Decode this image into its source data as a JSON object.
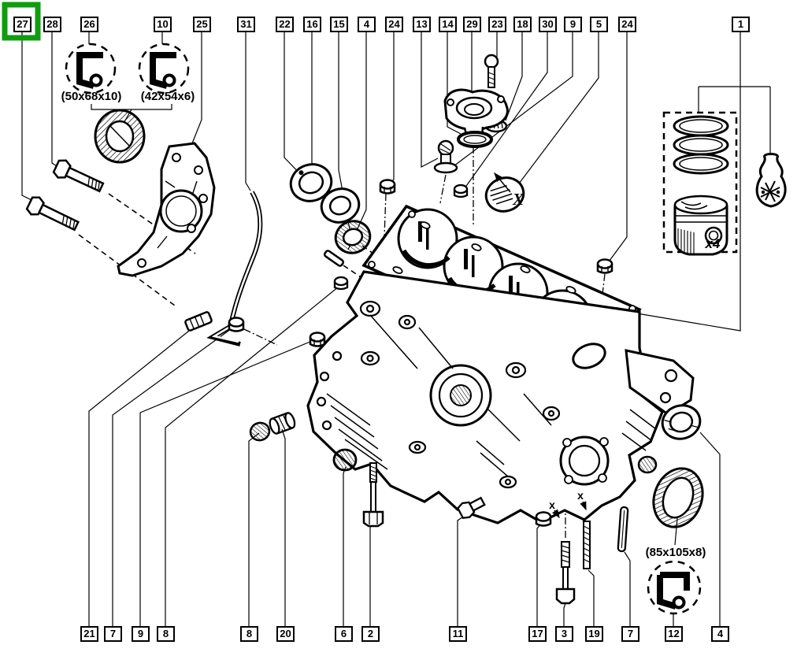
{
  "title": "Engine cylinder block exploded parts diagram",
  "selection": {
    "selected_callout": "27",
    "highlight_color": "#0f9d0f"
  },
  "callouts_top": [
    {
      "label": "27"
    },
    {
      "label": "28"
    },
    {
      "label": "26"
    },
    {
      "label": "10"
    },
    {
      "label": "25"
    },
    {
      "label": "31"
    },
    {
      "label": "22"
    },
    {
      "label": "16"
    },
    {
      "label": "15"
    },
    {
      "label": "4"
    },
    {
      "label": "24"
    },
    {
      "label": "13"
    },
    {
      "label": "14"
    },
    {
      "label": "29"
    },
    {
      "label": "23"
    },
    {
      "label": "18"
    },
    {
      "label": "30"
    },
    {
      "label": "9"
    },
    {
      "label": "5"
    },
    {
      "label": "24"
    },
    {
      "label": "1"
    }
  ],
  "callouts_bottom": [
    {
      "label": "21"
    },
    {
      "label": "7"
    },
    {
      "label": "9"
    },
    {
      "label": "8"
    },
    {
      "label": "8"
    },
    {
      "label": "20"
    },
    {
      "label": "6"
    },
    {
      "label": "2"
    },
    {
      "label": "11"
    },
    {
      "label": "17"
    },
    {
      "label": "3"
    },
    {
      "label": "19"
    },
    {
      "label": "7"
    },
    {
      "label": "12"
    },
    {
      "label": "4"
    }
  ],
  "labels": {
    "seal_front_dim": "(50x68x10)",
    "seal_aux_dim": "(42x54x6)",
    "seal_rear_dim": "(85x105x8)",
    "piston_quantity": "x4",
    "section_marker": "X",
    "thread_mark_1": "x",
    "thread_mark_2": "x"
  }
}
